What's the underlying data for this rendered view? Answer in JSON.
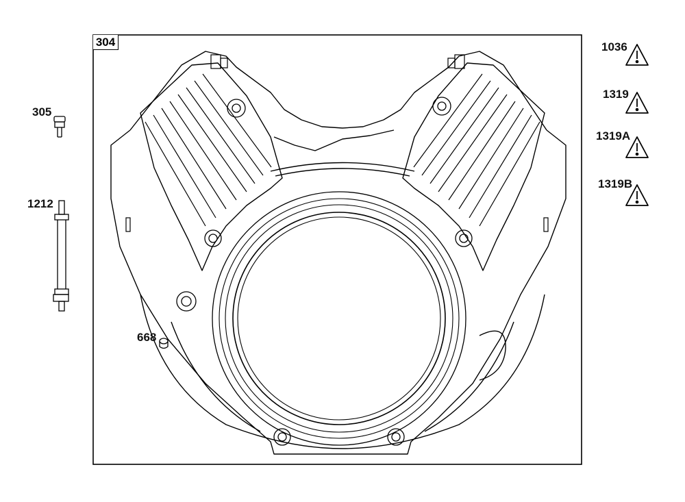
{
  "frame": {
    "label": "304"
  },
  "parts": {
    "bolt": "305",
    "stud": "1212",
    "plug": "668"
  },
  "warnings": [
    {
      "label": "1036"
    },
    {
      "label": "1319"
    },
    {
      "label": "1319A"
    },
    {
      "label": "1319B"
    }
  ],
  "colors": {
    "line": "#000000",
    "background": "#ffffff"
  }
}
